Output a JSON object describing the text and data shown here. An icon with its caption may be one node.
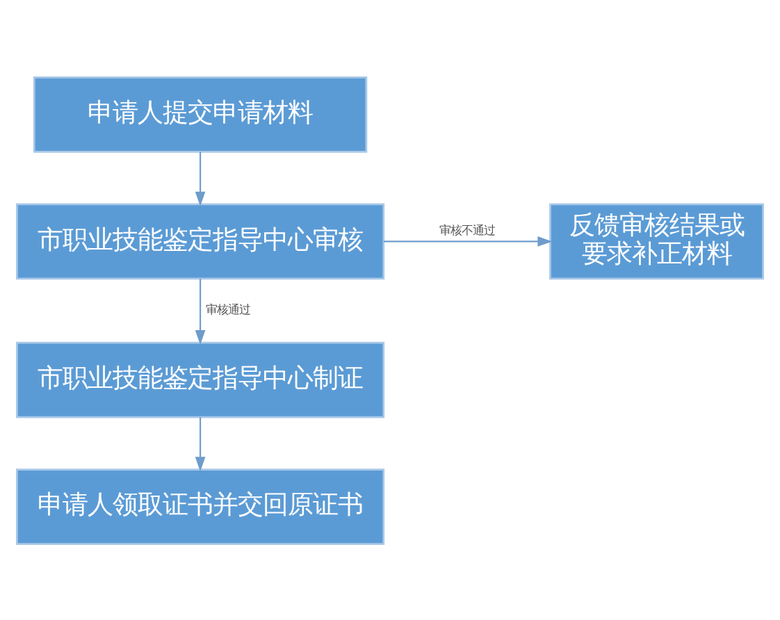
{
  "diagram": {
    "nodes": [
      {
        "text": [
          "申请人提交申请材料"
        ]
      },
      {
        "text": [
          "市职业技能鉴定指导中心审核"
        ]
      },
      {
        "text": [
          "反馈审核结果或要求补正材料"
        ]
      },
      {
        "text": [
          "市职业技能鉴定指导中心制证"
        ]
      },
      {
        "text": [
          "申请人领取证书并交回原证书"
        ]
      }
    ],
    "edges": [
      {
        "from": 0,
        "to": 1,
        "arrow": "to"
      },
      {
        "from": 1,
        "to": 2,
        "arrow": "to",
        "label": "审核不通过"
      },
      {
        "from": 1,
        "to": 3,
        "arrow": "to",
        "label": "审核通过"
      },
      {
        "from": 3,
        "to": 4,
        "arrow": "to"
      }
    ]
  }
}
